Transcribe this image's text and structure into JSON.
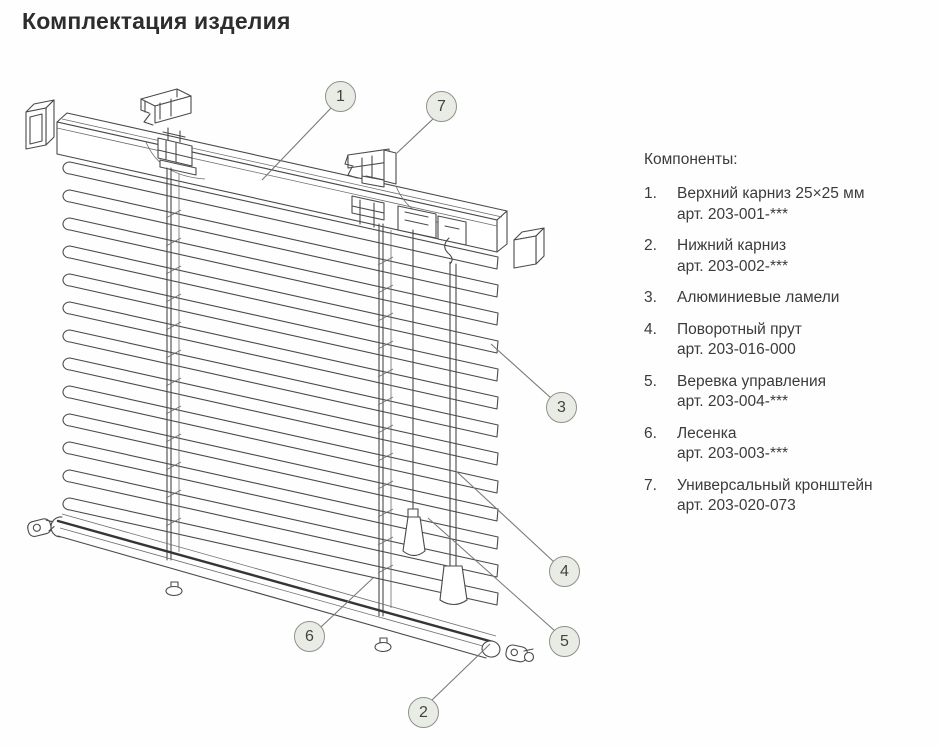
{
  "page": {
    "title": "Комплектация изделия"
  },
  "legend": {
    "heading": "Компоненты:",
    "items": [
      {
        "num": "1.",
        "name": "Верхний карниз 25×25 мм",
        "art": "арт. 203-001-***"
      },
      {
        "num": "2.",
        "name": "Нижний карниз",
        "art": "арт. 203-002-***"
      },
      {
        "num": "3.",
        "name": "Алюминиевые ламели",
        "art": ""
      },
      {
        "num": "4.",
        "name": "Поворотный прут",
        "art": "арт. 203-016-000"
      },
      {
        "num": "5.",
        "name": "Веревка управления",
        "art": "арт. 203-004-***"
      },
      {
        "num": "6.",
        "name": "Лесенка",
        "art": "арт. 203-003-***"
      },
      {
        "num": "7.",
        "name": "Универсальный кронштейн",
        "art": "арт. 203-020-073"
      }
    ]
  },
  "callouts": [
    {
      "label": "1"
    },
    {
      "label": "2"
    },
    {
      "label": "3"
    },
    {
      "label": "4"
    },
    {
      "label": "5"
    },
    {
      "label": "6"
    },
    {
      "label": "7"
    }
  ],
  "colors": {
    "line": "#4a4a4a",
    "callout_fill": "#e9ece5",
    "callout_border": "#8d928b",
    "text": "#3b3b3b",
    "title": "#2d2d2d"
  }
}
